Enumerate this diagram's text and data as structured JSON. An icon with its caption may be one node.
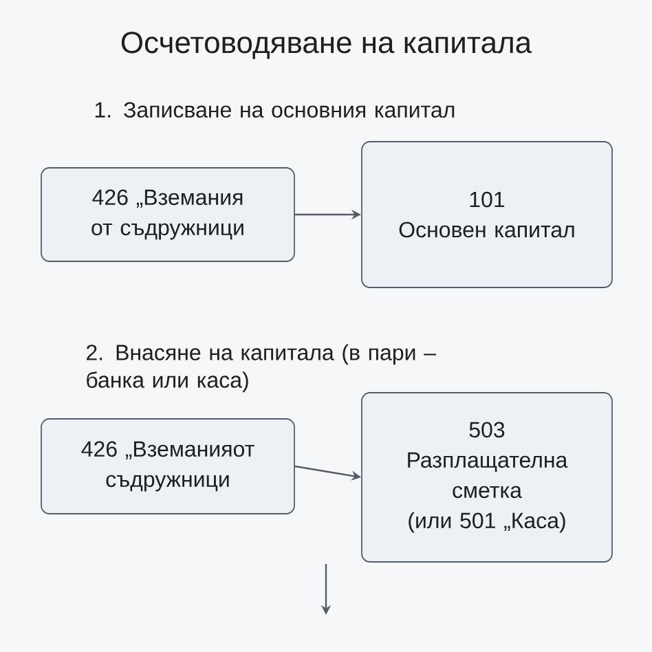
{
  "diagram": {
    "title": "Осчетоводяване на капитала",
    "nodes": [
      {
        "text": [
          "426 „Вземания от съдружници"
        ]
      },
      {
        "text": [
          "101",
          "Основен капитал"
        ]
      },
      {
        "text": [
          "426 „Вземанияот съдружници"
        ]
      },
      {
        "text": [
          "503",
          "Разплащателна сметка",
          "(или 501 „Каса)"
        ]
      }
    ],
    "edges": [
      {
        "from": 0,
        "to": 1,
        "arrow": "to"
      },
      {
        "from": 2,
        "to": 3,
        "arrow": "to"
      }
    ],
    "labels": [
      "1. Записване на основния капитал",
      "2. Внасяне на капитала (в пари – банка или каса)"
    ]
  }
}
